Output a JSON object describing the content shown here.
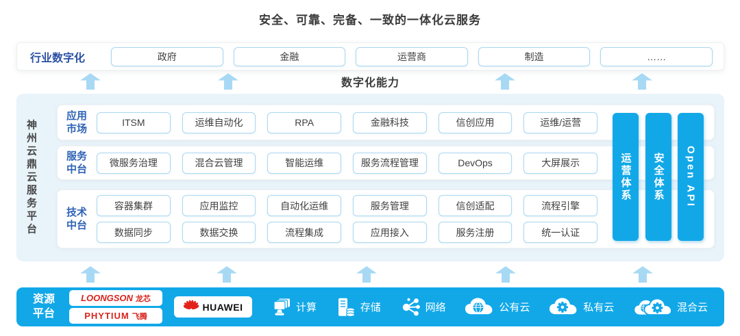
{
  "title": "安全、可靠、完备、一致的一体化云服务",
  "industry_row": {
    "label": "行业数字化",
    "items": [
      "政府",
      "金融",
      "运营商",
      "制造",
      "……"
    ]
  },
  "capability_label": "数字化能力",
  "platform": {
    "side_label": "神州云鼎云服务平台",
    "rows": [
      {
        "label": "应用市场",
        "lines": [
          [
            "ITSM",
            "运维自动化",
            "RPA",
            "金融科技",
            "信创应用",
            "运维/运营"
          ]
        ]
      },
      {
        "label": "服务中台",
        "lines": [
          [
            "微服务治理",
            "混合云管理",
            "智能运维",
            "服务流程管理",
            "DevOps",
            "大屏展示"
          ]
        ]
      },
      {
        "label": "技术中台",
        "lines": [
          [
            "容器集群",
            "应用监控",
            "自动化运维",
            "服务管理",
            "信创适配",
            "流程引擎"
          ],
          [
            "数据同步",
            "数据交换",
            "流程集成",
            "应用接入",
            "服务注册",
            "统一认证"
          ]
        ]
      }
    ],
    "pillars": [
      "运营体系",
      "安全体系",
      "Open API"
    ]
  },
  "resource_bar": {
    "label": "资源平台",
    "logos": [
      {
        "id": "loongson",
        "latin": "LOONGSON",
        "cn": "龙芯"
      },
      {
        "id": "phytium",
        "latin": "PHYTIUM",
        "cn": "飞腾"
      },
      {
        "id": "huawei",
        "latin": "HUAWEI"
      }
    ],
    "resources": [
      {
        "icon": "compute-icon",
        "label": "计算"
      },
      {
        "icon": "storage-icon",
        "label": "存储"
      },
      {
        "icon": "network-icon",
        "label": "网络"
      },
      {
        "icon": "public-cloud-icon",
        "label": "公有云"
      },
      {
        "icon": "private-cloud-icon",
        "label": "私有云"
      },
      {
        "icon": "hybrid-cloud-icon",
        "label": "混合云"
      }
    ]
  },
  "colors": {
    "accent_blue": "#12a8e8",
    "arrow_blue": "#a8d9f4",
    "panel_bg": "#e9f3fa",
    "box_border": "#a9d8f1",
    "row_label_blue": "#2f63b6",
    "industry_label_blue": "#2b51a3",
    "logo_red": "#d6251d"
  }
}
